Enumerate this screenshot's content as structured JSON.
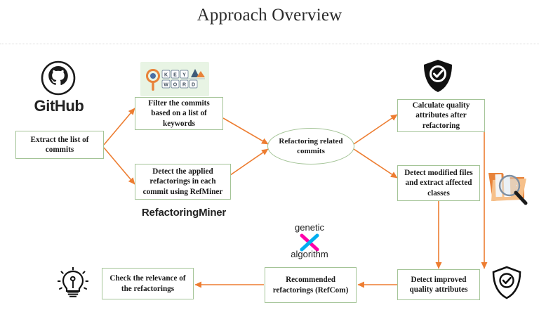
{
  "page": {
    "title": "Approach Overview"
  },
  "nodes": {
    "extract_commits": "Extract the list of commits",
    "filter_commits": "Filter the commits based on a list of keywords",
    "detect_refactorings": "Detect the applied refactorings in each commit using RefMiner",
    "refactoring_commits": "Refactoring related commits",
    "calculate_quality": "Calculate quality attributes after refactoring",
    "detect_modified_files": "Detect modified files and extract affected classes",
    "detect_improved": "Detect improved quality attributes",
    "recommended_refactorings": "Recommended refactorings (RefCom)",
    "check_relevance": "Check the relevance of the refactorings"
  },
  "captions": {
    "github": "GitHub",
    "refactoring_miner": "RefactoringMiner",
    "genetic": "genetic",
    "algorithm": "algorithm"
  },
  "icon_names": {
    "github": "github-logo-icon",
    "keywords": "keywords-search-icon",
    "shield_filled": "shield-check-filled-icon",
    "folder_search": "folder-magnifier-icon",
    "shield_outline": "shield-check-outline-icon",
    "genetic_algorithm": "genetic-algorithm-icon",
    "lightbulb": "lightbulb-idea-icon"
  },
  "colors": {
    "box_border": "#a4c497",
    "arrow": "#ED7D31",
    "title_text": "#2b2b2b",
    "keyword_card_bg": "#e8f4e4",
    "genetic_magenta": "#FF00AA",
    "genetic_cyan": "#00AEEF",
    "folder_orange": "#E8833A",
    "divider": "#dadada"
  }
}
